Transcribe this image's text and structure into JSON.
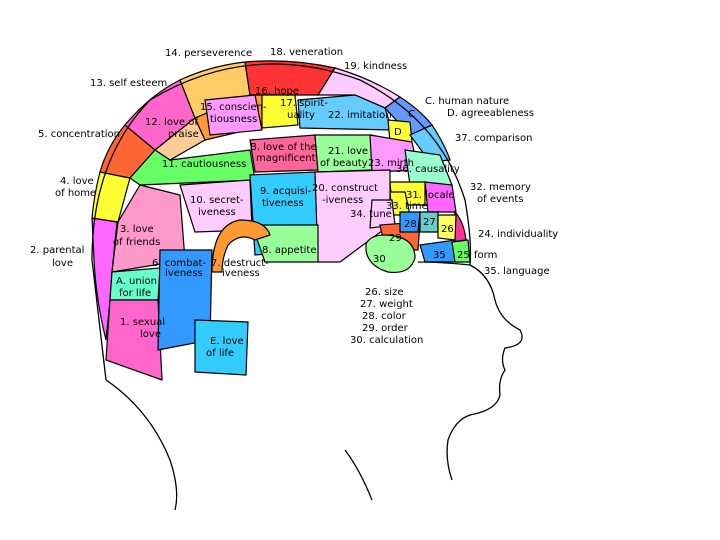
{
  "regions": [
    {
      "id": "1",
      "label": "1. sexual love",
      "color": "#ff66cc"
    },
    {
      "id": "2",
      "label": "2. parental love",
      "color": "#ff66ff"
    },
    {
      "id": "3",
      "label": "3. love of friends",
      "color": "#ff99cc"
    },
    {
      "id": "4",
      "label": "4. love of home",
      "color": "#ffff33"
    },
    {
      "id": "5",
      "label": "5. concentration",
      "color": "#ff6633"
    },
    {
      "id": "6",
      "label": "6. combat-iveness",
      "color": "#3399ff"
    },
    {
      "id": "7",
      "label": "7. destruct-iveness",
      "color": "#ff9933"
    },
    {
      "id": "8",
      "label": "8. appetite",
      "color": "#99ff99"
    },
    {
      "id": "9",
      "label": "9. acquisi-tiveness",
      "color": "#33ccff"
    },
    {
      "id": "10",
      "label": "10. secret-iveness",
      "color": "#ffccff"
    },
    {
      "id": "11",
      "label": "11. cautiousness",
      "color": "#66ff66"
    },
    {
      "id": "12",
      "label": "12. love of praise",
      "color": "#ffcc99"
    },
    {
      "id": "13",
      "label": "13. self esteem",
      "color": "#ff66cc"
    },
    {
      "id": "14",
      "label": "14. perseverence",
      "color": "#ffcc66"
    },
    {
      "id": "15",
      "label": "15. conscien-tiousness",
      "color": "#ff99ff"
    },
    {
      "id": "16",
      "label": "16. hope",
      "color": "#ff9933"
    },
    {
      "id": "17",
      "label": "17. spirit-uality",
      "color": "#ffff33"
    },
    {
      "id": "18",
      "label": "18. veneration",
      "color": "#ff3333"
    },
    {
      "id": "19",
      "label": "19. kindness",
      "color": "#ffccff"
    },
    {
      "id": "20",
      "label": "20. construct-iveness",
      "color": "#ffccff"
    },
    {
      "id": "21",
      "label": "21. love of beauty",
      "color": "#99ff99"
    },
    {
      "id": "22",
      "label": "22. imitation",
      "color": "#66ccff"
    },
    {
      "id": "23",
      "label": "23. mirth",
      "color": "#ff99ff"
    },
    {
      "id": "24",
      "label": "24. individuality",
      "color": "#ff3399"
    },
    {
      "id": "25",
      "label": "25. form",
      "color": "#66ff66"
    },
    {
      "id": "26",
      "label": "26. size",
      "color": "#ffff66"
    },
    {
      "id": "27",
      "label": "27. weight",
      "color": "#66cccc"
    },
    {
      "id": "28",
      "label": "28. color",
      "color": "#3399ff"
    },
    {
      "id": "29",
      "label": "29. order",
      "color": "#ff6633"
    },
    {
      "id": "30",
      "label": "30. calculation",
      "color": "#99ff99"
    },
    {
      "id": "31",
      "label": "31. locale",
      "color": "#ffff33"
    },
    {
      "id": "32",
      "label": "32. memory of events",
      "color": "#ff66ff"
    },
    {
      "id": "33",
      "label": "33. time",
      "color": "#ffff33"
    },
    {
      "id": "34",
      "label": "34. tune",
      "color": "#ffccff"
    },
    {
      "id": "35",
      "label": "35. language",
      "color": "#3399ff"
    },
    {
      "id": "36",
      "label": "36. causality",
      "color": "#99ffcc"
    },
    {
      "id": "37",
      "label": "37. comparison",
      "color": "#66ccff"
    },
    {
      "id": "A",
      "label": "A. union for life",
      "color": "#66ffcc"
    },
    {
      "id": "B",
      "label": "B. love of the magnificent",
      "color": "#ff6699"
    },
    {
      "id": "C",
      "label": "C. human nature",
      "color": "#6699ff"
    },
    {
      "id": "D",
      "label": "D. agreeableness",
      "color": "#ffff33"
    },
    {
      "id": "E",
      "label": "E. love of life",
      "color": "#33ccff"
    }
  ],
  "labels": {
    "l1a": "1. sexual",
    "l1b": "love",
    "l2a": "2. parental",
    "l2b": "love",
    "l3a": "3. love",
    "l3b": "of friends",
    "l4a": "4. love",
    "l4b": "of home",
    "l5": "5. concentration",
    "l6a": "6. combat-",
    "l6b": "iveness",
    "l7a": "7. destruct-",
    "l7b": "iveness",
    "l8": "8. appetite",
    "l9a": "9. acquisi-",
    "l9b": "tiveness",
    "l10a": "10. secret-",
    "l10b": "iveness",
    "l11": "11. cautiousness",
    "l12a": "12. love of",
    "l12b": "praise",
    "l13": "13. self esteem",
    "l14": "14. perseverence",
    "l15a": "15. conscien-",
    "l15b": "tiousness",
    "l16": "16. hope",
    "l17a": "17. spirit-",
    "l17b": "uality",
    "l18": "18. veneration",
    "l19": "19. kindness",
    "l20a": "20. construct",
    "l20b": "-iveness",
    "l21a": "21. love",
    "l21b": "of beauty",
    "l22": "22. imitation",
    "l23": "23. mirth",
    "l24": "24. individuality",
    "l25": "25",
    "l25t": "form",
    "l26": "26",
    "l27": "27",
    "l28": "28",
    "l29": "29",
    "l30": "30",
    "l31": "31. locale",
    "l32a": "32. memory",
    "l32b": "of events",
    "l33": "33. time",
    "l34": "34. tune",
    "l35": "35",
    "l35t": "35. language",
    "l36": "36. causality",
    "l37": "37. comparison",
    "lA1": "A. union",
    "lA2": "for life",
    "lB1": "B. love of the",
    "lB2": "magnificent",
    "lC1": "C. human nature",
    "lC": "C",
    "lD1": "D. agreeableness",
    "lD": "D",
    "lE1": "E. love",
    "lE2": "of life",
    "f26": "26. size",
    "f27": "27. weight",
    "f28": "28. color",
    "f29": "29. order",
    "f30": "30. calculation"
  }
}
